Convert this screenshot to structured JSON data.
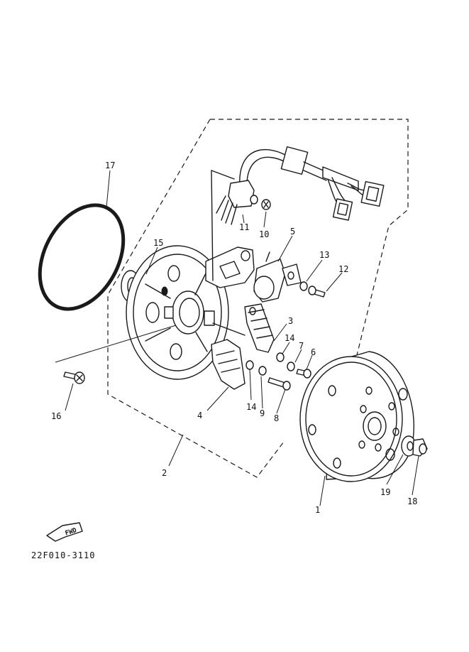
{
  "diagram": {
    "drawing_number": "22F010-3110",
    "fwd_marker": "FWD",
    "callouts": [
      "1",
      "2",
      "3",
      "4",
      "5",
      "6",
      "7",
      "8",
      "9",
      "10",
      "11",
      "12",
      "13",
      "14",
      "14",
      "15",
      "16",
      "17",
      "18",
      "19"
    ]
  }
}
